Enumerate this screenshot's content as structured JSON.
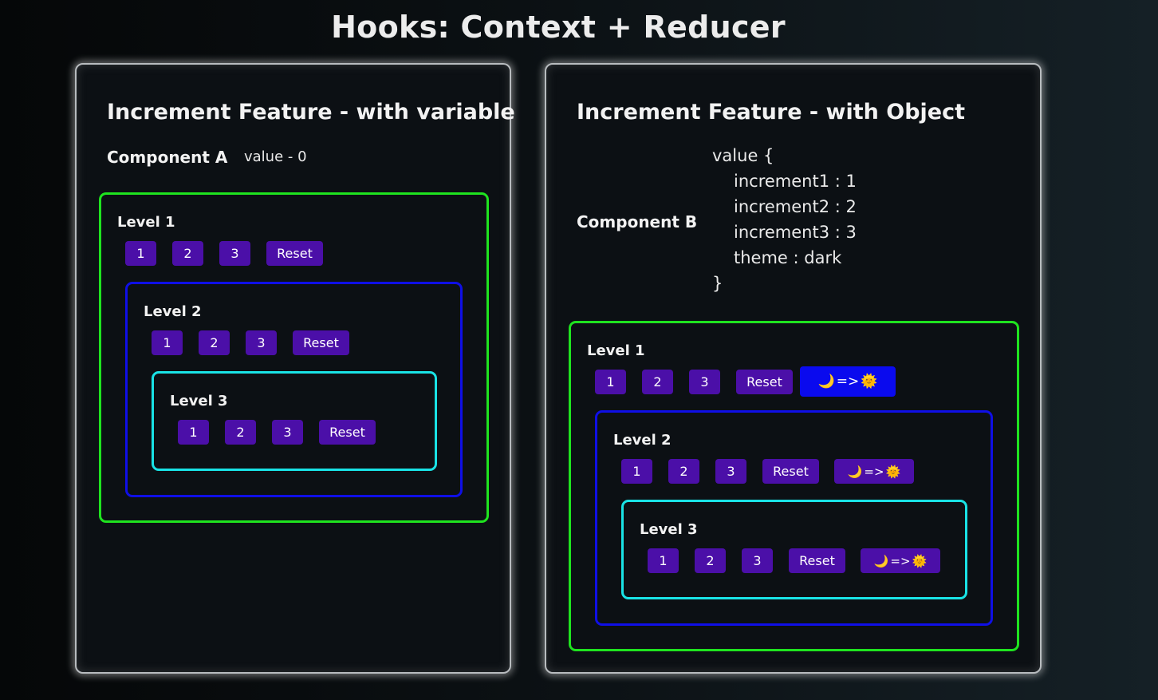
{
  "page_title": "Hooks: Context + Reducer",
  "card_a": {
    "title": "Increment Feature - with variable",
    "component_label": "Component A",
    "value_text": "value - 0",
    "levels": [
      {
        "label": "Level 1",
        "buttons": [
          "1",
          "2",
          "3"
        ],
        "reset": "Reset"
      },
      {
        "label": "Level 2",
        "buttons": [
          "1",
          "2",
          "3"
        ],
        "reset": "Reset"
      },
      {
        "label": "Level 3",
        "buttons": [
          "1",
          "2",
          "3"
        ],
        "reset": "Reset"
      }
    ]
  },
  "card_b": {
    "title": "Increment Feature - with Object",
    "component_label": "Component B",
    "value_object": {
      "open": "value {",
      "lines": [
        "increment1 : 1",
        "increment2 : 2",
        "increment3 : 3",
        "theme : dark"
      ],
      "close": "}"
    },
    "levels": [
      {
        "label": "Level 1",
        "buttons": [
          "1",
          "2",
          "3"
        ],
        "reset": "Reset"
      },
      {
        "label": "Level 2",
        "buttons": [
          "1",
          "2",
          "3"
        ],
        "reset": "Reset"
      },
      {
        "label": "Level 3",
        "buttons": [
          "1",
          "2",
          "3"
        ],
        "reset": "Reset"
      }
    ],
    "theme_toggle": {
      "from_icon": "moon-icon",
      "arrow": "=>",
      "to_icon": "sun-icon",
      "from_glyph": "🌙",
      "to_glyph": "🌞"
    }
  },
  "colors": {
    "level1_border": "#1fe31f",
    "level2_border": "#0f0fe6",
    "level3_border": "#19e3e6",
    "button_bg": "#4b0fa8",
    "theme_button_active_bg": "#0a0aee"
  }
}
